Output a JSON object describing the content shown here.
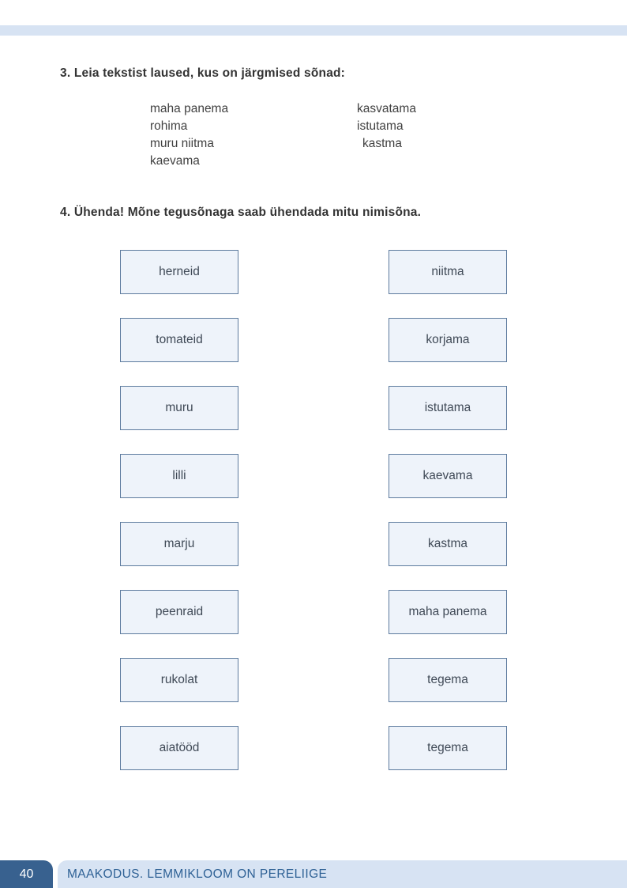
{
  "exercise3": {
    "title": "3. Leia tekstist laused, kus on järgmised sõnad:",
    "words_left": [
      "maha panema",
      "rohima",
      "muru niitma",
      "kaevama"
    ],
    "words_right": [
      "kasvatama",
      "istutama",
      "kastma"
    ]
  },
  "exercise4": {
    "title": "4. Ühenda! Mõne tegusõnaga saab ühendada mitu nimisõna.",
    "nouns": [
      "herneid",
      "tomateid",
      "muru",
      "lilli",
      "marju",
      "peenraid",
      "rukolat",
      "aiatööd"
    ],
    "verbs": [
      "niitma",
      "korjama",
      "istutama",
      "kaevama",
      "kastma",
      "maha panema",
      "tegema",
      "tegema"
    ]
  },
  "footer": {
    "page_number": "40",
    "title": "MAAKODUS. LEMMIKLOOM ON PERELIIGE"
  },
  "colors": {
    "accent_light_blue": "#d7e3f3",
    "accent_dark_blue": "#38618f",
    "box_fill": "#eef3fa",
    "box_border": "#5d7b9e",
    "footer_text_blue": "#2e6195"
  }
}
